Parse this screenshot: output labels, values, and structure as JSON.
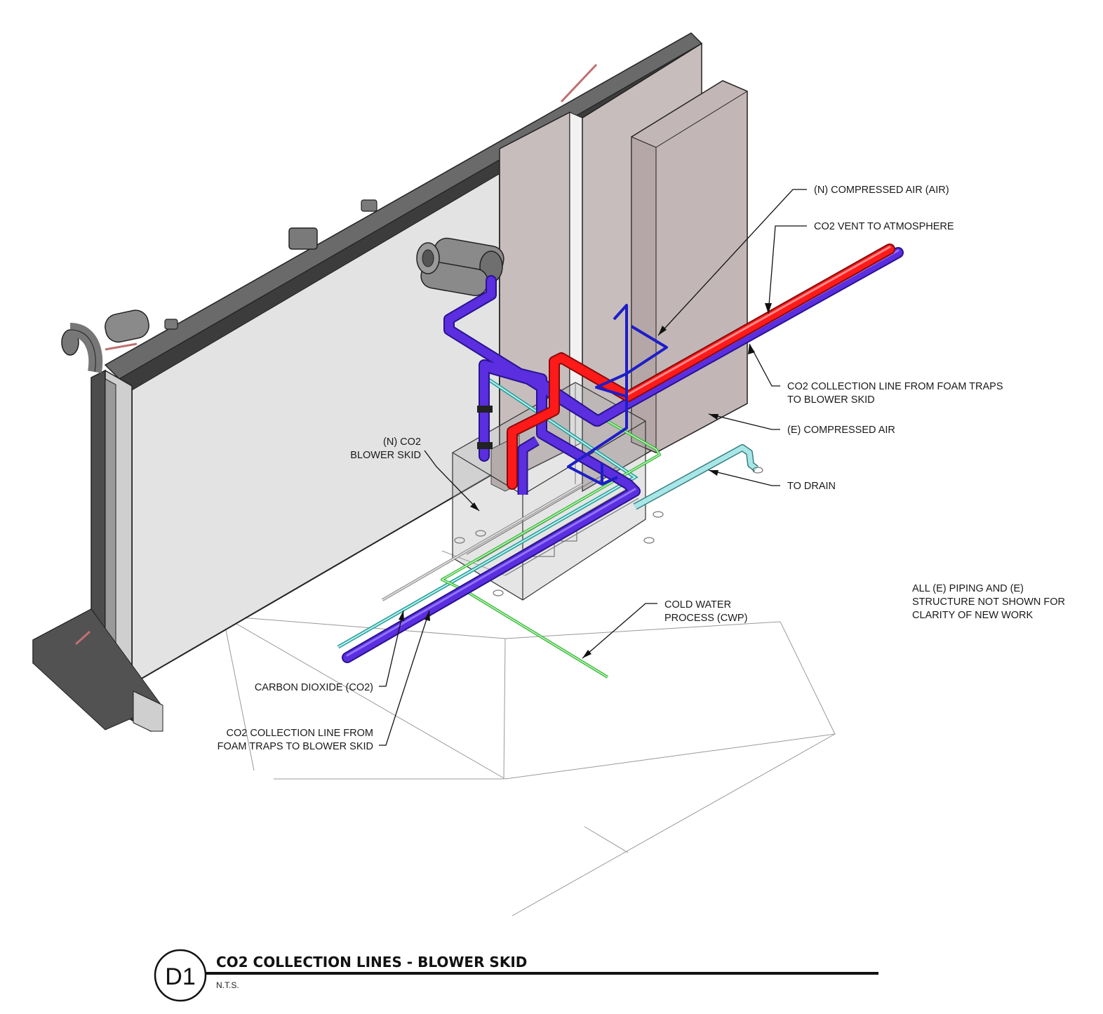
{
  "labels": {
    "n_compressed_air": "(N) COMPRESSED AIR (AIR)",
    "co2_vent": "CO2 VENT TO ATMOSPHERE",
    "co2_collection_right_line1": "CO2 COLLECTION LINE FROM FOAM TRAPS",
    "co2_collection_right_line2": "TO BLOWER SKID",
    "e_compressed_air": "(E) COMPRESSED AIR",
    "to_drain": "TO DRAIN",
    "blower_skid_line1": "(N) CO2",
    "blower_skid_line2": "BLOWER SKID",
    "cwp_line1": "COLD WATER",
    "cwp_line2": "PROCESS (CWP)",
    "carbon_dioxide": "CARBON DIOXIDE (CO2)",
    "co2_collection_left_line1": "CO2 COLLECTION LINE FROM",
    "co2_collection_left_line2": "FOAM TRAPS TO BLOWER SKID"
  },
  "note": {
    "line1": "ALL (E) PIPING AND (E)",
    "line2": "STRUCTURE NOT SHOWN FOR",
    "line3": "CLARITY OF NEW WORK"
  },
  "title_block": {
    "detail_id": "D1",
    "title": "CO2 COLLECTION LINES - BLOWER SKID",
    "scale": "N.T.S."
  },
  "colors": {
    "co2_purple": "#5b2ee0",
    "vent_red": "#ff1a1a",
    "air_blue": "#1d1ec8",
    "cwp_green": "#2fb82f",
    "drain_cyan": "#7ecfd0",
    "co2_teal": "#1e9e9a",
    "wall_tan": "#c7bcbc",
    "panel_gray": "#e2e2e2",
    "steel_dark": "#5a5a5a"
  }
}
